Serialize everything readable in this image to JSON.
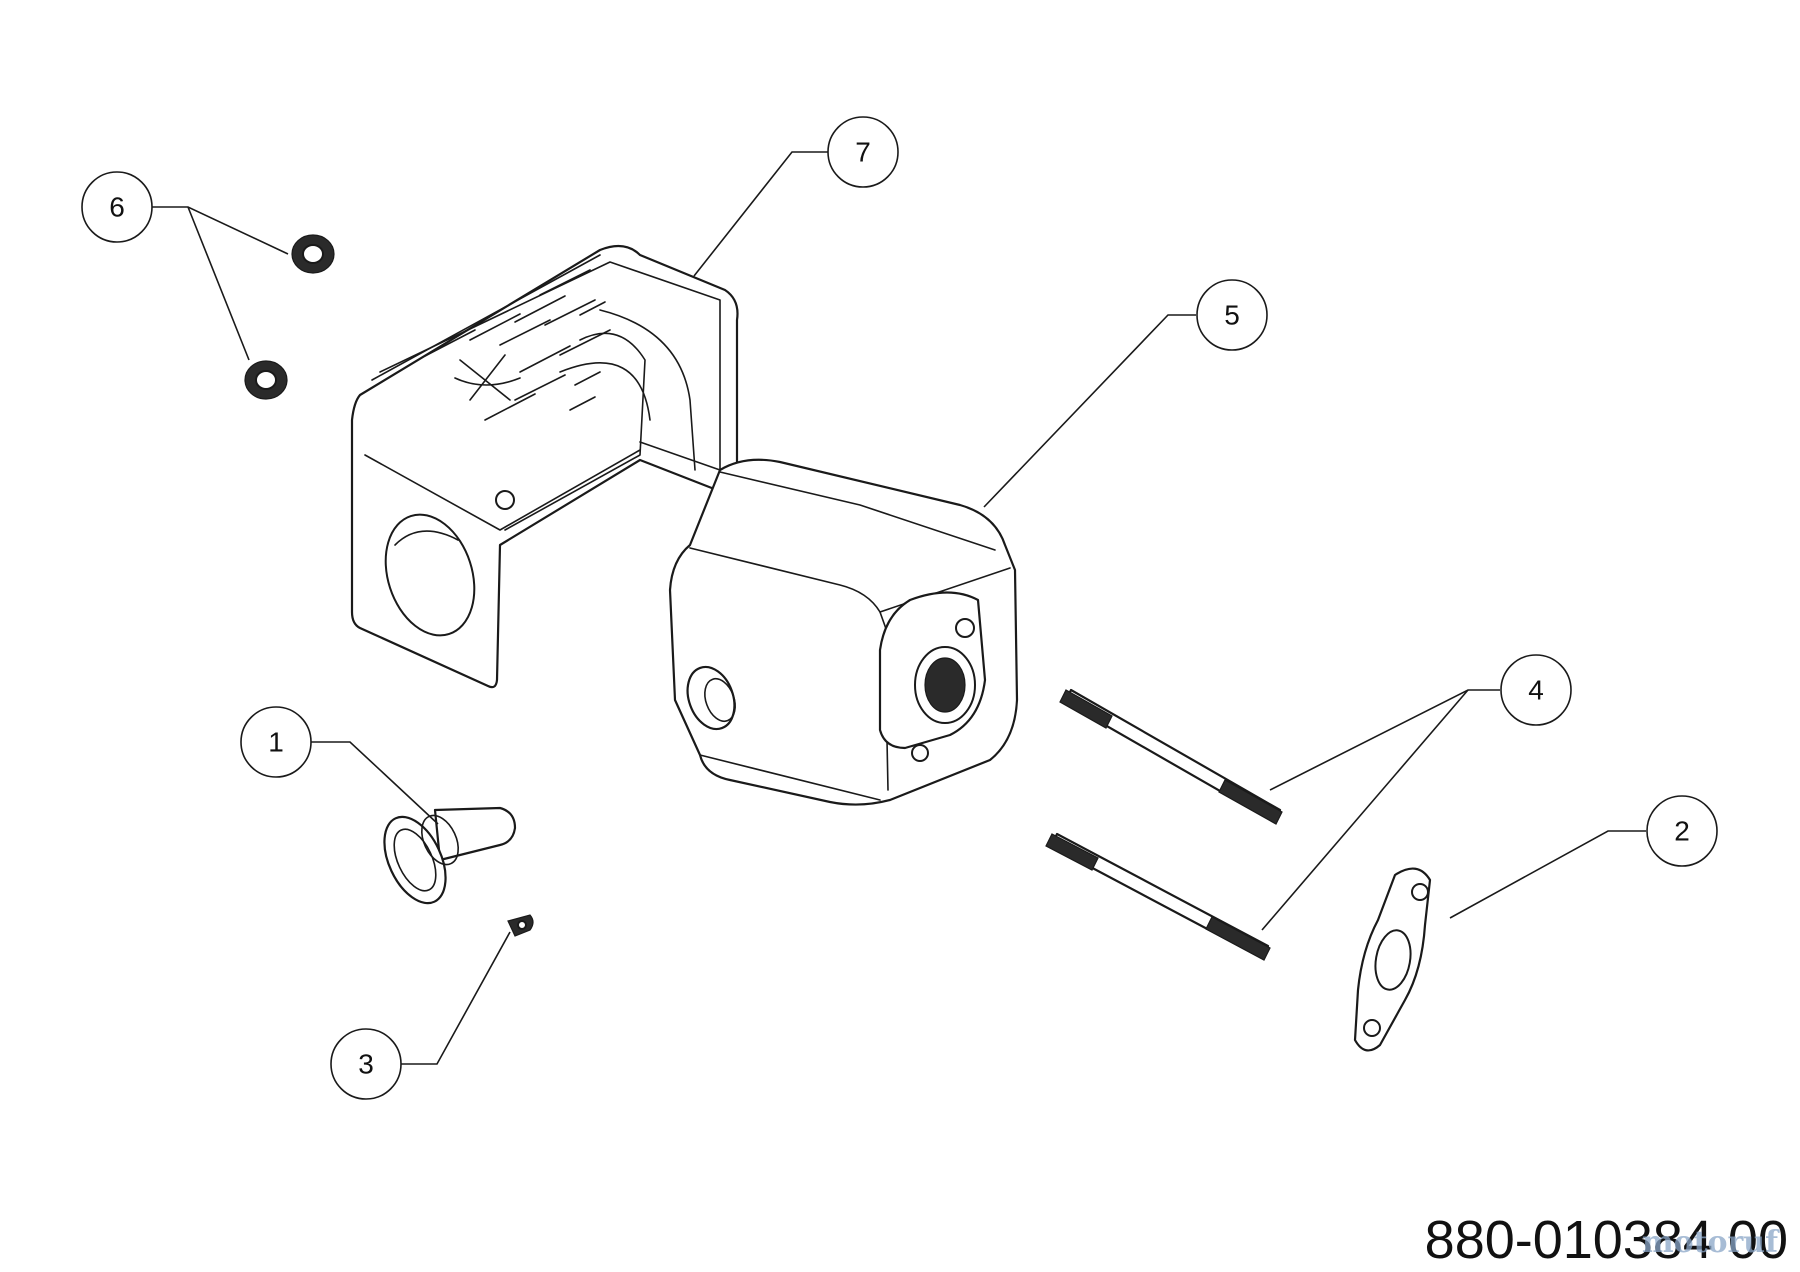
{
  "diagram": {
    "type": "exploded-parts-diagram",
    "callouts": [
      {
        "number": "1"
      },
      {
        "number": "2"
      },
      {
        "number": "3"
      },
      {
        "number": "4"
      },
      {
        "number": "5"
      },
      {
        "number": "6"
      },
      {
        "number": "7"
      }
    ],
    "drawing_number": "880-010384 00",
    "watermark": "motoruf"
  }
}
